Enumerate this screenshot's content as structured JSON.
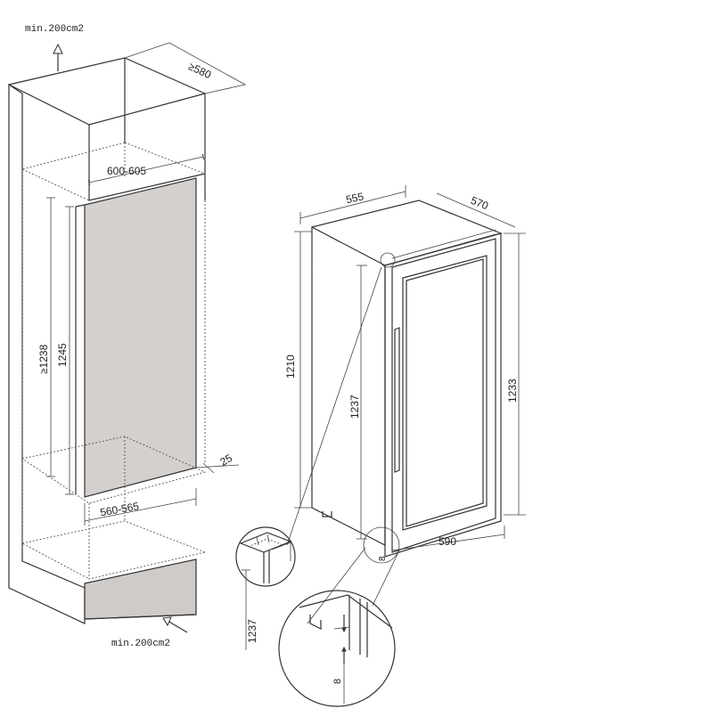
{
  "niche": {
    "vent_top": "min.200cm2",
    "vent_bottom": "min.200cm2",
    "depth": "≥580",
    "width_top": "600-605",
    "width_inner": "560-565",
    "height_min": "≥1238",
    "height": "1245",
    "gap": "25"
  },
  "appliance": {
    "width": "555",
    "depth": "570",
    "cabinet_height": "1210",
    "height_total": "1233",
    "height_inner": "1237",
    "door_width": "590",
    "gap_small": "8"
  },
  "detail_top": {
    "height": "1237"
  },
  "detail_bottom": {
    "gap": "8"
  },
  "colors": {
    "line": "#333333",
    "panel_fill": "#d4d0ce",
    "plinth_fill": "#cfcbc9",
    "door_glass": "#ffffff"
  }
}
